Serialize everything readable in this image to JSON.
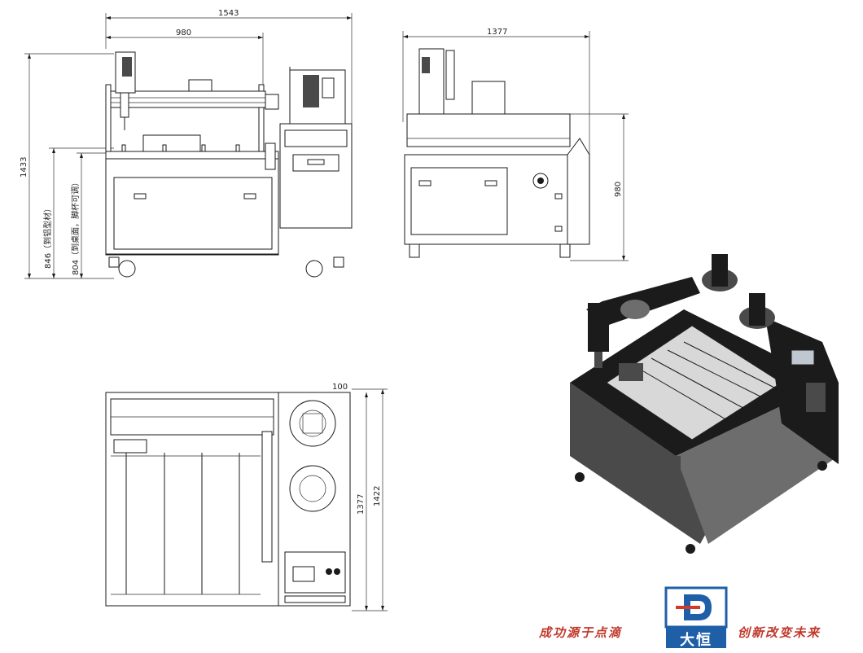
{
  "drawing": {
    "front_view": {
      "width_total": "1543",
      "width_table": "980",
      "height_total": "1433",
      "height_to_profile": "846（到铝型材）",
      "height_to_table": "804（到桌面，脚杯可调）"
    },
    "side_view": {
      "depth": "1377",
      "height": "980"
    },
    "top_view": {
      "depth_inner": "1377",
      "depth_total": "1422",
      "top_label": "100"
    }
  },
  "brand": {
    "logo_char": "大恒",
    "slogan_left": "成功源于点滴",
    "slogan_right": "创新改变未来",
    "colors": {
      "slogan": "#c0392b",
      "logo_bg": "#1f5fa8"
    }
  }
}
